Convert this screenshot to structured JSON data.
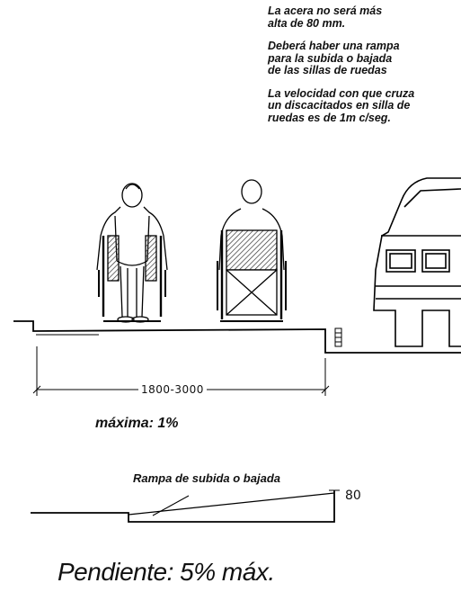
{
  "notes": [
    [
      "La acera no será más",
      "alta de 80 mm."
    ],
    [
      "Deberá haber una rampa",
      "para la subida o bajada",
      "de las sillas de ruedas"
    ],
    [
      "La velocidad con que cruza",
      "un discacitados en silla de",
      "ruedas es de 1m c/seg."
    ]
  ],
  "sidewalk_width_label": "1800-3000",
  "sidewalk_slope_label": "máxima: 1%",
  "ramp_title": "Rampa de subida o bajada",
  "ramp_height_label": "80",
  "ramp_slope_label": "Pendiente: 5% máx."
}
